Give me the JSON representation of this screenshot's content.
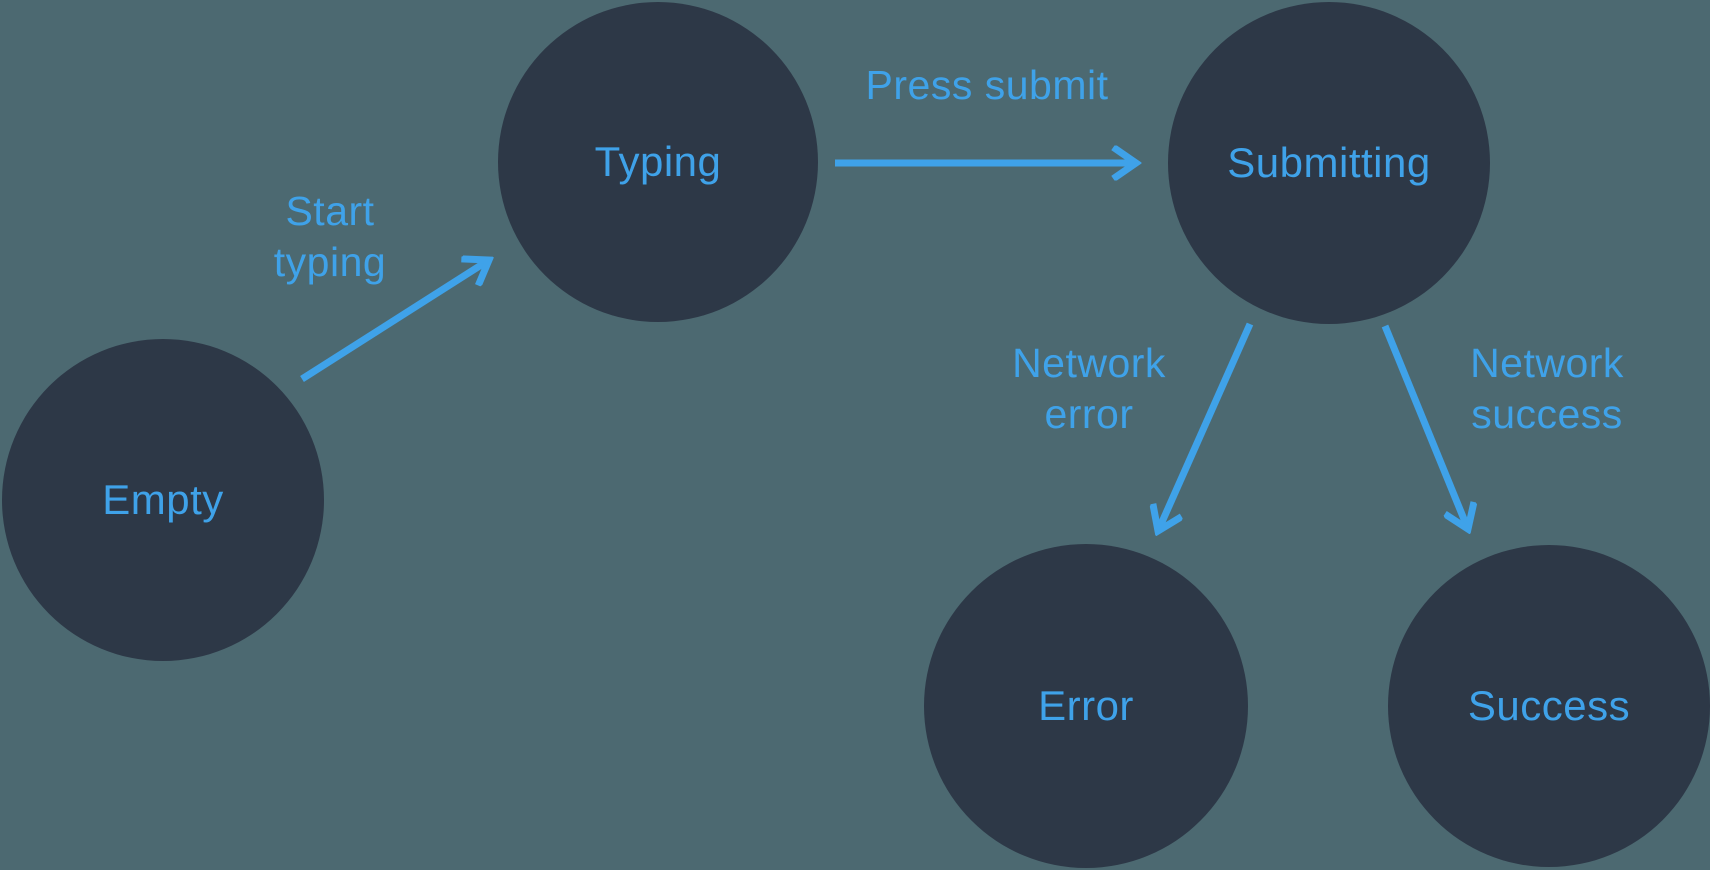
{
  "diagram": {
    "type": "state-machine",
    "colors": {
      "background": "#4c6971",
      "node_fill": "#2d3847",
      "accent_blue": "#3fa2e9"
    },
    "nodes": [
      {
        "id": "empty",
        "label": "Empty"
      },
      {
        "id": "typing",
        "label": "Typing"
      },
      {
        "id": "submitting",
        "label": "Submitting"
      },
      {
        "id": "error",
        "label": "Error"
      },
      {
        "id": "success",
        "label": "Success"
      }
    ],
    "edges": [
      {
        "from": "empty",
        "to": "typing",
        "label": "Start typing"
      },
      {
        "from": "typing",
        "to": "submitting",
        "label": "Press submit"
      },
      {
        "from": "submitting",
        "to": "error",
        "label": "Network error"
      },
      {
        "from": "submitting",
        "to": "success",
        "label": "Network success"
      }
    ]
  }
}
